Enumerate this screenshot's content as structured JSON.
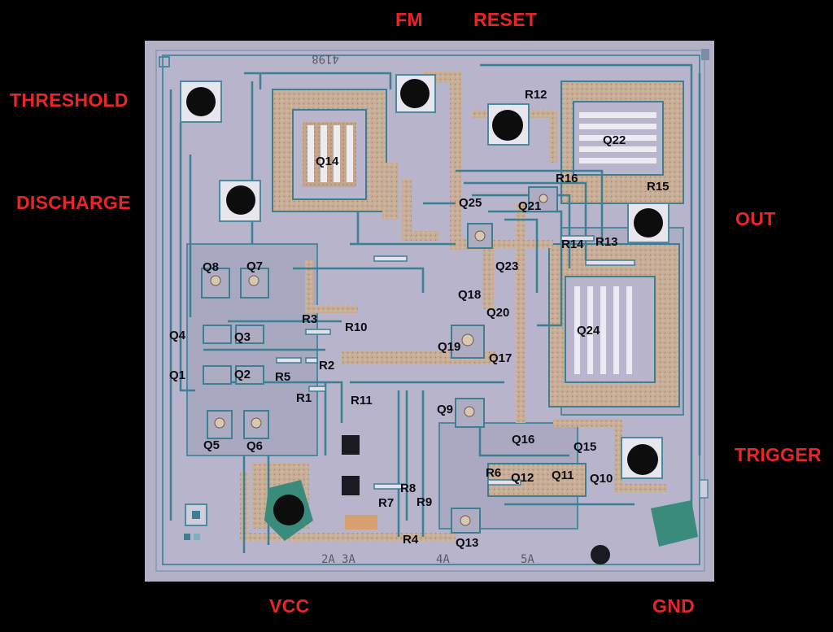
{
  "image": {
    "background": "#000000",
    "die_color": "#b6b3c9",
    "metal_color": "#c9b09a",
    "trace_color": "#3f7f93",
    "pad_color": "#0d0d0d",
    "pin_label_color": "#e8262a",
    "component_label_color": "#0c0c12"
  },
  "pins": {
    "threshold": "THRESHOLD",
    "discharge": "DISCHARGE",
    "fm": "FM",
    "reset": "RESET",
    "out": "OUT",
    "trigger": "TRIGGER",
    "vcc": "VCC",
    "gnd": "GND"
  },
  "die_markings": {
    "part_number": "4198",
    "mask_1": "2A",
    "mask_2": "3A",
    "mask_3": "4A",
    "mask_4": "5A"
  },
  "components": {
    "q1": "Q1",
    "q2": "Q2",
    "q3": "Q3",
    "q4": "Q4",
    "q5": "Q5",
    "q6": "Q6",
    "q7": "Q7",
    "q8": "Q8",
    "q9": "Q9",
    "q10": "Q10",
    "q11": "Q11",
    "q12": "Q12",
    "q13": "Q13",
    "q14": "Q14",
    "q15": "Q15",
    "q16": "Q16",
    "q17": "Q17",
    "q18": "Q18",
    "q19": "Q19",
    "q20": "Q20",
    "q21": "Q21",
    "q22": "Q22",
    "q23": "Q23",
    "q24": "Q24",
    "q25": "Q25",
    "r1": "R1",
    "r2": "R2",
    "r3": "R3",
    "r4": "R4",
    "r5": "R5",
    "r6": "R6",
    "r7": "R7",
    "r8": "R8",
    "r9": "R9",
    "r10": "R10",
    "r11": "R11",
    "r12": "R12",
    "r13": "R13",
    "r14": "R14",
    "r15": "R15",
    "r16": "R16"
  }
}
